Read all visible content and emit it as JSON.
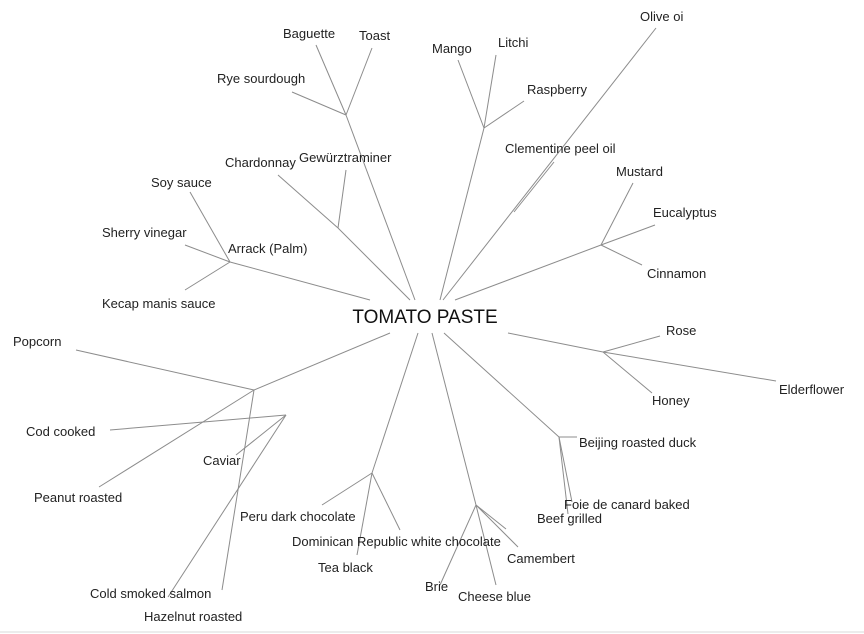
{
  "center": "TOMATO PASTE",
  "leaves": [
    "Baguette",
    "Toast",
    "Rye sourdough",
    "Mango",
    "Litchi",
    "Raspberry",
    "Olive oi",
    "Clementine peel oil",
    "Chardonnay",
    "Gewürztraminer",
    "Soy sauce",
    "Sherry vinegar",
    "Arrack (Palm)",
    "Kecap manis sauce",
    "Mustard",
    "Eucalyptus",
    "Cinnamon",
    "Rose",
    "Honey",
    "Elderflower",
    "Beijing roasted duck",
    "Foie de canard baked",
    "Beef grilled",
    "Camembert",
    "Dominican Republic white chocolate",
    "Brie",
    "Cheese blue",
    "Peru dark chocolate",
    "Tea black",
    "Popcorn",
    "Cod cooked",
    "Caviar",
    "Peanut roasted",
    "Cold smoked salmon",
    "Hazelnut roasted"
  ]
}
